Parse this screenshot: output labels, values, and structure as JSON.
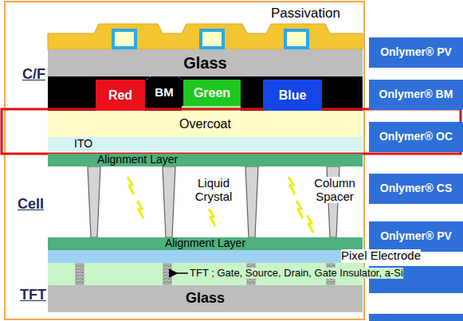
{
  "diagram": {
    "nodes": [
      {
        "text": [
          "Glass"
        ]
      },
      {
        "text": [
          "Red"
        ]
      },
      {
        "text": [
          "BM"
        ]
      },
      {
        "text": [
          "Green"
        ]
      },
      {
        "text": [
          "Blue"
        ]
      },
      {
        "text": [
          "Overcoat"
        ]
      },
      {
        "text": [
          "ITO"
        ]
      },
      {
        "text": [
          "Alignment Layer"
        ]
      },
      {
        "text": [
          "Alignment Layer"
        ]
      },
      {
        "text": [
          "Glass"
        ]
      },
      {
        "text": [
          "Onlymer® PV"
        ]
      },
      {
        "text": [
          "Onlymer® BM"
        ]
      },
      {
        "text": [
          "Onlymer® OC"
        ]
      },
      {
        "text": [
          "Onlymer® CS"
        ]
      },
      {
        "text": [
          "Onlymer® PV"
        ]
      }
    ],
    "labels": [
      "Passivation",
      "C/F",
      "Cell",
      "TFT",
      "Liquid Crystal",
      "Column Spacer",
      "Pixel Electrode",
      "TFT ; Gate, Source, Drain, Gate Insulator, a-Si"
    ]
  }
}
